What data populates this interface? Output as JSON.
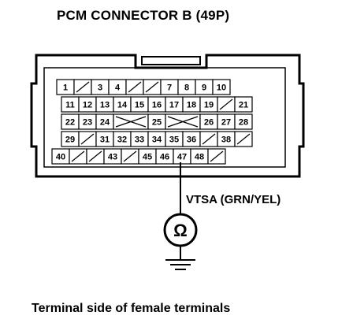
{
  "title": "PCM CONNECTOR B (49P)",
  "caption": "Terminal side of female terminals",
  "wire": {
    "label": "VTSA (GRN/YEL)",
    "terminal": "45",
    "meter_symbol": "Ω"
  },
  "connector": {
    "rows": [
      [
        {
          "t": "1"
        },
        {
          "t": "",
          "blank": true
        },
        {
          "t": "3"
        },
        {
          "t": "4"
        },
        {
          "t": "",
          "blank": true
        },
        {
          "t": "",
          "blank": true
        },
        {
          "t": "7"
        },
        {
          "t": "8"
        },
        {
          "t": "9"
        },
        {
          "t": "10"
        }
      ],
      [
        {
          "t": "11"
        },
        {
          "t": "12"
        },
        {
          "t": "13"
        },
        {
          "t": "14"
        },
        {
          "t": "15"
        },
        {
          "t": "16"
        },
        {
          "t": "17"
        },
        {
          "t": "18"
        },
        {
          "t": "19"
        },
        {
          "t": "",
          "blank": true
        },
        {
          "t": "21"
        }
      ],
      [
        {
          "t": "22"
        },
        {
          "t": "23"
        },
        {
          "t": "24"
        },
        {
          "t": "",
          "cross": true
        },
        {
          "t": "25"
        },
        {
          "t": "",
          "cross": true
        },
        {
          "t": "26"
        },
        {
          "t": "27"
        },
        {
          "t": "28"
        }
      ],
      [
        {
          "t": "29"
        },
        {
          "t": "",
          "blank": true
        },
        {
          "t": "31"
        },
        {
          "t": "32"
        },
        {
          "t": "33"
        },
        {
          "t": "34"
        },
        {
          "t": "35"
        },
        {
          "t": "36"
        },
        {
          "t": "",
          "blank": true
        },
        {
          "t": "38"
        },
        {
          "t": "",
          "blank": true
        }
      ],
      [
        {
          "t": "40"
        },
        {
          "t": "",
          "blank": true
        },
        {
          "t": "",
          "blank": true
        },
        {
          "t": "43"
        },
        {
          "t": "",
          "blank": true
        },
        {
          "t": "45"
        },
        {
          "t": "46"
        },
        {
          "t": "47"
        },
        {
          "t": "48"
        },
        {
          "t": "",
          "blank": true
        }
      ]
    ]
  }
}
